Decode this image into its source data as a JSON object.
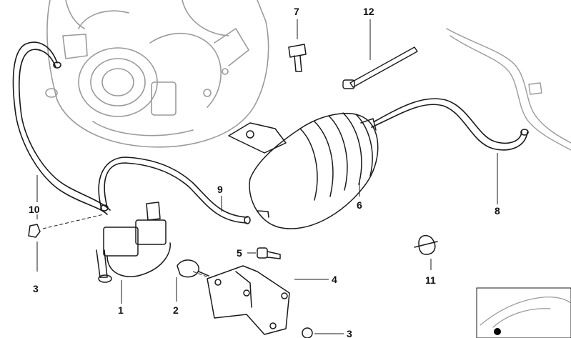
{
  "callouts": [
    {
      "id": "p1",
      "label": "1"
    },
    {
      "id": "p2",
      "label": "2"
    },
    {
      "id": "p3a",
      "label": "3"
    },
    {
      "id": "p3b",
      "label": "3"
    },
    {
      "id": "p4",
      "label": "4"
    },
    {
      "id": "p5",
      "label": "5"
    },
    {
      "id": "p6",
      "label": "6"
    },
    {
      "id": "p7",
      "label": "7"
    },
    {
      "id": "p8",
      "label": "8"
    },
    {
      "id": "p9",
      "label": "9"
    },
    {
      "id": "p10",
      "label": "10"
    },
    {
      "id": "p11",
      "label": "11"
    },
    {
      "id": "p12",
      "label": "12"
    }
  ],
  "colors": {
    "ink": "#1a1a1a",
    "ghost": "#9a9a9a",
    "marker": "#000000"
  },
  "icons": [
    "turbocharger-drawing",
    "vacuum-reservoir-drawing",
    "solenoid-valve-drawing",
    "vehicle-location-thumbnail"
  ]
}
